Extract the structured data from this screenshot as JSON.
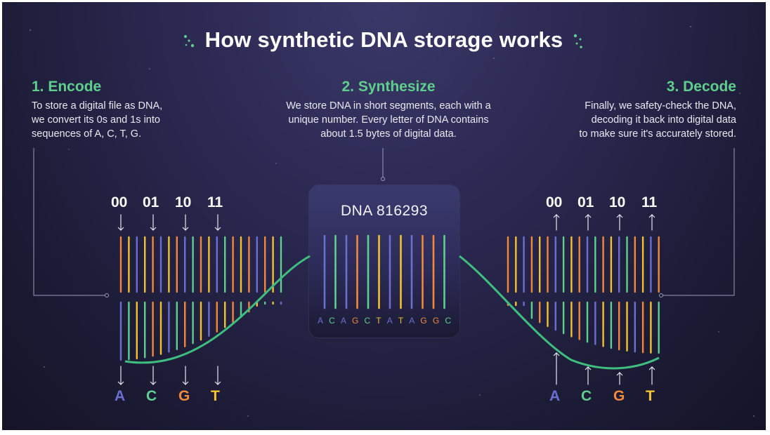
{
  "title": "How synthetic DNA storage works",
  "steps": [
    {
      "heading": "1. Encode",
      "lines": [
        "To store a digital file as DNA,",
        "we convert its 0s and 1s into",
        "sequences of A, C, T, G."
      ]
    },
    {
      "heading": "2. Synthesize",
      "lines": [
        "We store DNA in short segments, each with a",
        "unique number. Every letter of DNA contains",
        "about 1.5 bytes of digital data."
      ]
    },
    {
      "heading": "3. Decode",
      "lines": [
        "Finally, we safety-check the DNA,",
        "decoding it back into digital data",
        "to make sure it's accurately stored."
      ]
    }
  ],
  "bits": [
    "00",
    "01",
    "10",
    "11"
  ],
  "bases": [
    "A",
    "C",
    "G",
    "T"
  ],
  "card": {
    "label": "DNA 816293",
    "sequence": [
      "A",
      "C",
      "A",
      "G",
      "C",
      "T",
      "A",
      "T",
      "A",
      "G",
      "G",
      "C"
    ]
  },
  "colors": {
    "A": "#6a6fd0",
    "C": "#5fcf8e",
    "G": "#f08a3a",
    "T": "#f2c230",
    "heading": "#5fcf8e",
    "strand": "#3fbf7f"
  },
  "icons": [
    "sparkle-icon",
    "down-arrow-icon",
    "up-arrow-icon"
  ]
}
